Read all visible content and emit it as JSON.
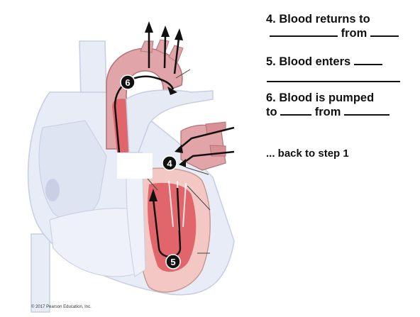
{
  "steps": [
    {
      "number": "4.",
      "text_a": "Blood returns to",
      "text_b": "from"
    },
    {
      "number": "5.",
      "text_a": "Blood enters"
    },
    {
      "number": "6.",
      "text_a": "Blood is pumped",
      "text_b": "to",
      "text_c": "from"
    }
  ],
  "back_text": "... back to step 1",
  "markers": [
    "6",
    "4",
    "5"
  ],
  "copyright": "© 2017 Pearson Education, Inc.",
  "colors": {
    "vessel_pale": "#e7ebf6",
    "vessel_outline": "#c9cfe3",
    "chamber_red": "#e0666c",
    "muscle_pink": "#f3c8c4",
    "marker_fill": "#111111",
    "arrow": "#111111"
  }
}
